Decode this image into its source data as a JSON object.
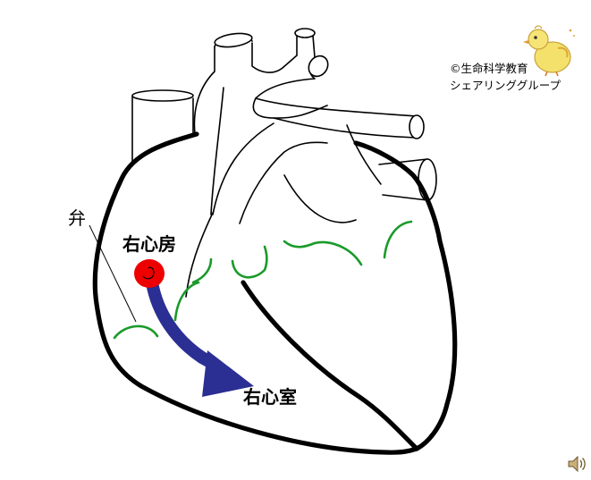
{
  "labels": {
    "valve": "弁",
    "right_atrium": "右心房",
    "right_ventricle": "右心室"
  },
  "credit": {
    "line1": "©生命科学教育",
    "line2": "シェアリンググループ"
  },
  "icons": {
    "mascot": "chick-icon",
    "audio": "speaker-icon"
  },
  "colors": {
    "outline": "#000000",
    "valve": "#1a9a2a",
    "blood_arrow": "#2b2f93",
    "blood_dot": "#ee0000"
  }
}
